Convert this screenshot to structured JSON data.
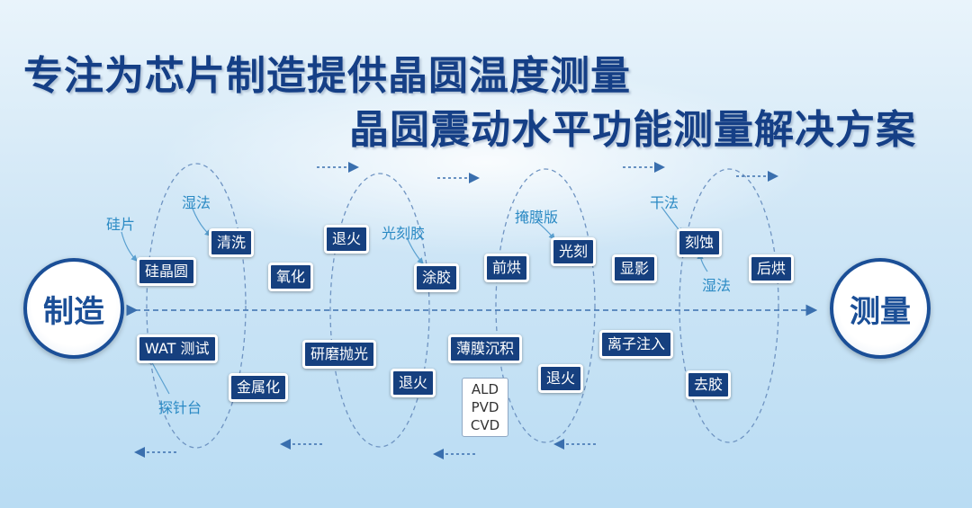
{
  "title": {
    "line1": "专注为芯片制造提供晶圆温度测量",
    "line2": "晶圆震动水平功能测量解决方案"
  },
  "endpoints": {
    "left": "制造",
    "right": "测量"
  },
  "steps": {
    "silicon_wafer": "硅晶圆",
    "cleaning": "清洗",
    "oxidation": "氧化",
    "anneal_top": "退火",
    "coating": "涂胶",
    "prebake": "前烘",
    "lithography": "光刻",
    "develop": "显影",
    "etching": "刻蚀",
    "postbake": "后烘",
    "wat_test": "WAT 测试",
    "metallization": "金属化",
    "cmp": "研磨抛光",
    "anneal_bottom1": "退火",
    "thin_film": "薄膜沉积",
    "anneal_bottom2": "退火",
    "ion_implant": "离子注入",
    "strip": "去胶"
  },
  "notes": {
    "wafer": "硅片",
    "wet1": "湿法",
    "photoresist": "光刻胶",
    "mask": "掩膜版",
    "dry": "干法",
    "wet2": "湿法",
    "probe": "探针台"
  },
  "deposition": [
    "ALD",
    "PVD",
    "CVD"
  ],
  "colors": {
    "title": "#153f86",
    "box": "#16407f",
    "note": "#2b8ac4",
    "line": "#3a6fae"
  }
}
